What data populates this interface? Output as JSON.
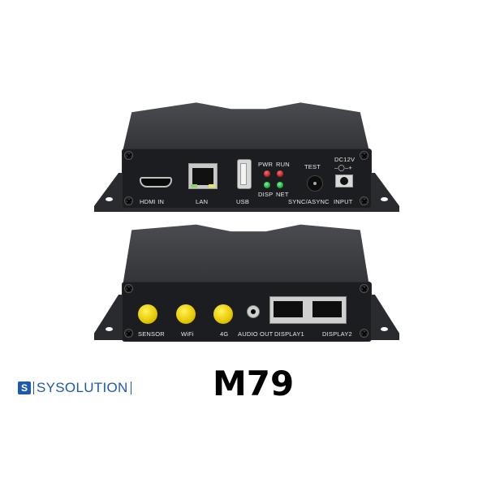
{
  "front_device": {
    "ports": [
      {
        "id": "hdmi",
        "label": "HDMI IN"
      },
      {
        "id": "lan",
        "label": "LAN"
      },
      {
        "id": "usb",
        "label": "USB"
      },
      {
        "id": "test",
        "label": "SYNC/ASYNC",
        "top_label": "TEST"
      },
      {
        "id": "dc",
        "label": "INPUT",
        "top_label": "DC12V",
        "polarity": "–◯–+"
      }
    ],
    "leds": [
      {
        "label": "PWR",
        "color": "#d42020"
      },
      {
        "label": "RUN",
        "color": "#d42020"
      },
      {
        "label": "DISP",
        "color": "#1fae3a"
      },
      {
        "label": "NET",
        "color": "#1fae3a"
      }
    ]
  },
  "rear_device": {
    "ports": [
      {
        "id": "sensor",
        "label": "SENSOR"
      },
      {
        "id": "wifi",
        "label": "WiFi"
      },
      {
        "id": "4g",
        "label": "4G"
      },
      {
        "id": "audio",
        "label": "AUDIO OUT"
      },
      {
        "id": "display1",
        "label": "DISPLAY1"
      },
      {
        "id": "display2",
        "label": "DISPLAY2"
      }
    ]
  },
  "brand": {
    "icon": "S",
    "name": "SYSOLUTION",
    "color": "#1f5aa8"
  },
  "model": "M79"
}
